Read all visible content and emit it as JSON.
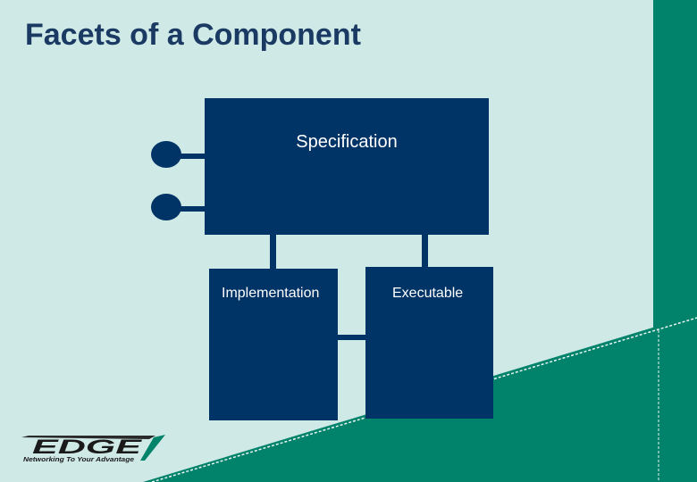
{
  "slide": {
    "title": "Facets of a Component"
  },
  "diagram": {
    "specification_label": "Specification",
    "implementation_label": "Implementation",
    "executable_label": "Executable"
  },
  "logo": {
    "wordmark": "EDGE",
    "tagline": "Networking To Your Advantage"
  },
  "colors": {
    "background": "#cfe9e6",
    "accent_teal": "#00826b",
    "box_fill": "#003366",
    "title_text": "#1b3a63"
  }
}
